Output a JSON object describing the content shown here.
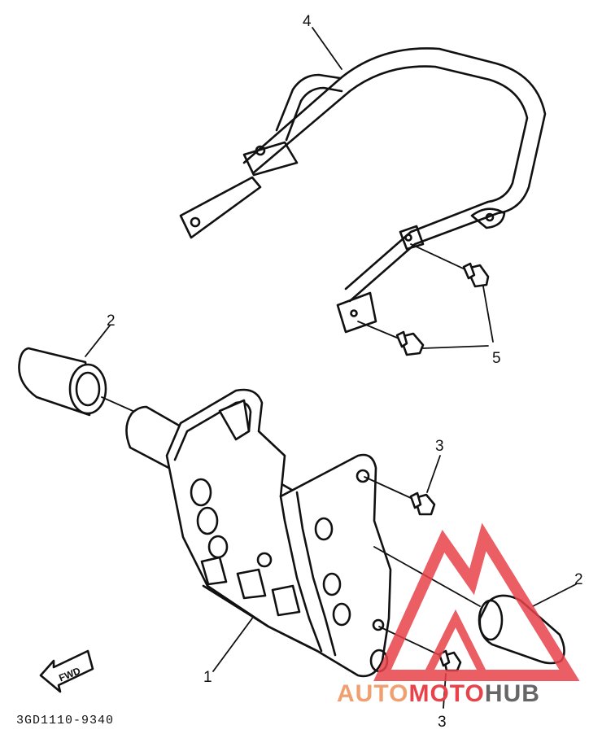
{
  "diagram": {
    "parts": [
      {
        "callout": "1",
        "name": "skid-plate-bumper"
      },
      {
        "callout": "2",
        "name": "end-cap-left"
      },
      {
        "callout": "2",
        "name": "end-cap-right"
      },
      {
        "callout": "3",
        "name": "bolt-upper"
      },
      {
        "callout": "3",
        "name": "bolt-lower"
      },
      {
        "callout": "4",
        "name": "grab-bar"
      },
      {
        "callout": "5",
        "name": "bolt-pair"
      }
    ],
    "fwd_label": "FWD",
    "drawing_code": "3GD1110-9340"
  },
  "watermark": {
    "auto": "AUTO",
    "moto": "MOTO",
    "hub": "HUB",
    "color_red": "#e8424a",
    "color_salmon": "#f0a070",
    "color_gray": "#666666"
  }
}
